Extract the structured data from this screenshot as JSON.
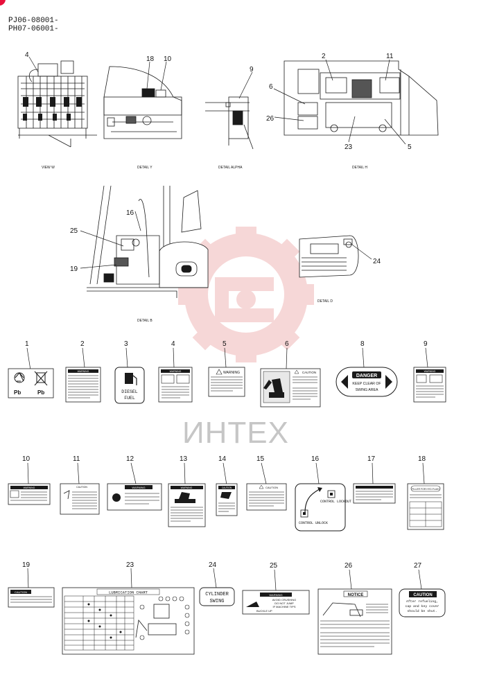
{
  "header": {
    "line1": "PJ06-08001-",
    "line2": "PH07-06001-"
  },
  "watermark": {
    "text": "ИНТЕХ"
  },
  "views": {
    "view_w": "VIEW W",
    "detail_y": "DETAIL Y",
    "detail_a": "DETAIL ALPHA",
    "detail_h": "DETAIL H",
    "detail_b": "DETAIL B",
    "detail_d": "DETAIL D"
  },
  "callouts": [
    "4",
    "18",
    "10",
    "9",
    "2",
    "11",
    "6",
    "26",
    "23",
    "5",
    "16",
    "25",
    "19",
    "24"
  ],
  "parts": [
    "1",
    "2",
    "3",
    "4",
    "5",
    "6",
    "8",
    "9",
    "10",
    "11",
    "12",
    "13",
    "14",
    "15",
    "16",
    "17",
    "18",
    "19",
    "23",
    "24",
    "25",
    "26",
    "27"
  ],
  "decal_text": {
    "warning": "WARNING",
    "caution": "CAUTION",
    "danger": "DANGER",
    "notice": "NOTICE",
    "pb": "Pb",
    "diesel": "DIESEL",
    "fuel": "FUEL",
    "keep_clear": "KEEP CLEAR OF",
    "swing_area": "SWING  AREA",
    "control_lockout": "CONTROL\nLOCKOUT",
    "control_unlock": "CONTROL\nUNLOCK",
    "lubrication_chart": "LUBRICATION CHART",
    "cylinder": "CYLINDER",
    "swing": "SWING",
    "avoid_crushing": "AVOID CRUSHING",
    "do_not_jump": "DO NOT JUMP",
    "if_machine_tips": "IF MACHINE TIPS",
    "buckle_up": "BUCKLE UP",
    "filler": "FILLER FOR HYD.FLUID",
    "text_27_a": "After refueling,",
    "text_27_b": "cap and key cover",
    "text_27_c": "should be shut."
  },
  "colors": {
    "ink": "#1a1a1a",
    "watermark_red": "#f0b8b8",
    "watermark_grey": "#c6c6c6",
    "corner_red": "#e8103b"
  }
}
